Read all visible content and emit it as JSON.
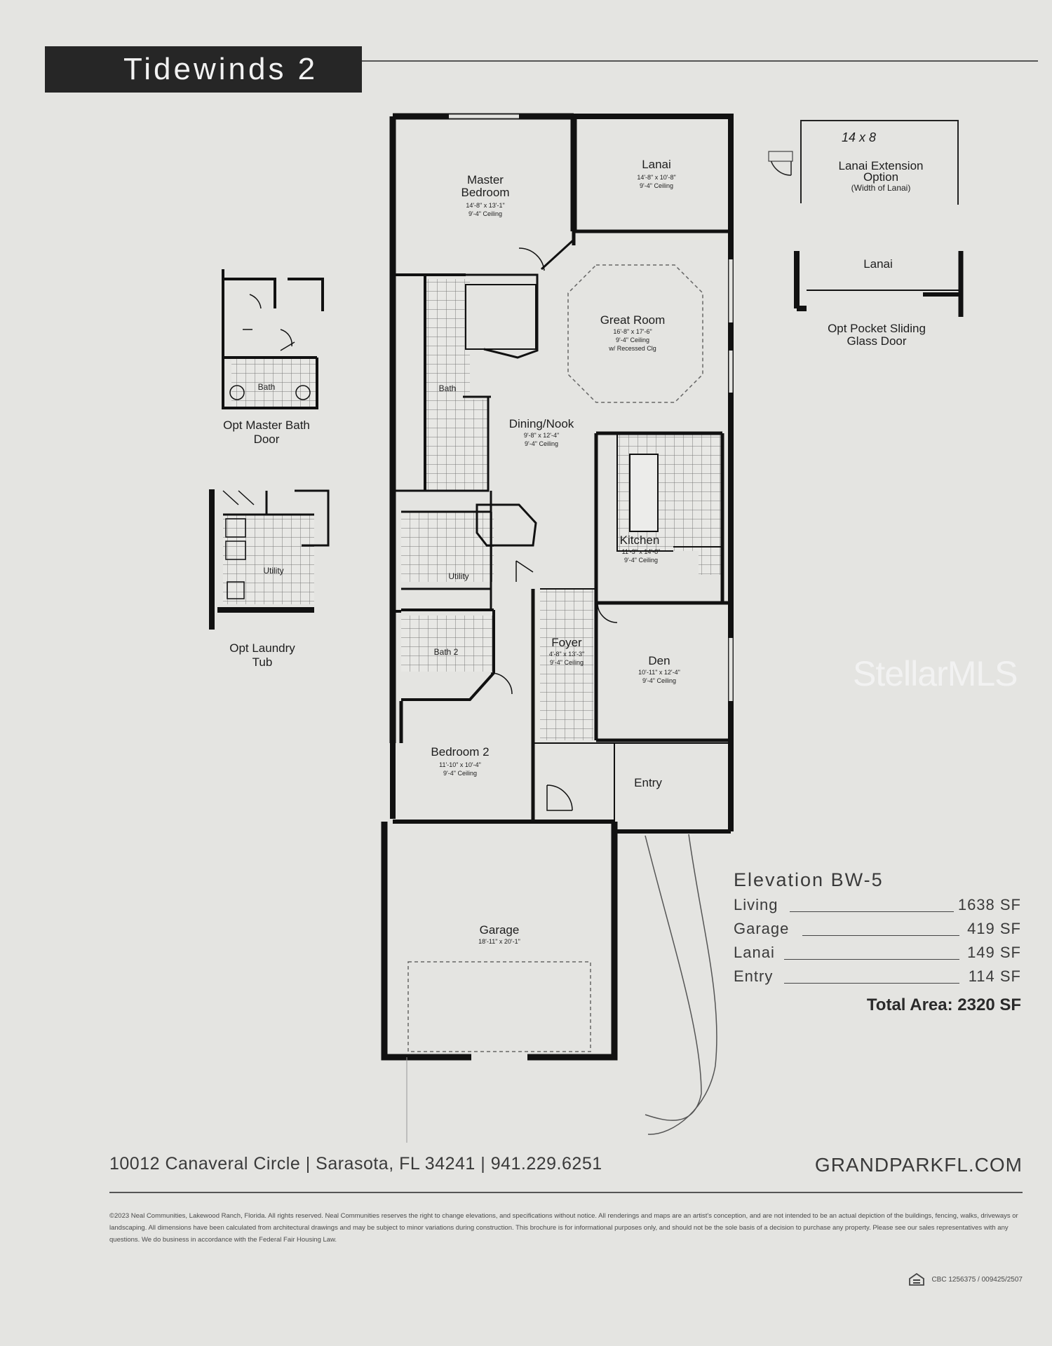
{
  "title": "Tidewinds 2",
  "rooms": {
    "master_bedroom": {
      "name_line1": "Master",
      "name_line2": "Bedroom",
      "dims": "14'-8\" x 13'-1\"",
      "ceiling": "9'-4\" Ceiling"
    },
    "lanai": {
      "name": "Lanai",
      "dims": "14'-8\" x 10'-8\"",
      "ceiling": "9'-4\" Ceiling"
    },
    "great_room": {
      "name": "Great Room",
      "dims": "16'-8\" x 17'-6\"",
      "ceiling": "9'-4\" Ceiling",
      "ceiling_note": "w/ Recessed Clg"
    },
    "bath": {
      "name": "Bath"
    },
    "dining": {
      "name": "Dining/Nook",
      "dims": "9'-8\" x 12'-4\"",
      "ceiling": "9'-4\" Ceiling"
    },
    "utility": {
      "name": "Utility"
    },
    "kitchen": {
      "name": "Kitchen",
      "dims": "11'-3\" x 14'-8\"",
      "ceiling": "9'-4\" Ceiling"
    },
    "bath2": {
      "name": "Bath 2"
    },
    "foyer": {
      "name": "Foyer",
      "dims": "4'-8\" x 13'-3\"",
      "ceiling": "9'-4\" Ceiling"
    },
    "den": {
      "name": "Den",
      "dims": "10'-11\" x 12'-4\"",
      "ceiling": "9'-4\" Ceiling"
    },
    "bedroom2": {
      "name": "Bedroom 2",
      "dims": "11'-10\" x 10'-4\"",
      "ceiling": "9'-4\" Ceiling"
    },
    "entry": {
      "name": "Entry"
    },
    "garage": {
      "name": "Garage",
      "dims": "18'-11\" x 20'-1\""
    }
  },
  "options": {
    "lanai_ext": {
      "handwritten": "14 x 8",
      "line1": "Lanai Extension",
      "line2": "Option",
      "line3": "(Width of Lanai)"
    },
    "pocket_door": {
      "lanai_label": "Lanai",
      "line1": "Opt Pocket Sliding",
      "line2": "Glass Door"
    },
    "master_bath": {
      "bath_label": "Bath",
      "line1": "Opt Master Bath",
      "line2": "Door"
    },
    "laundry": {
      "utility_label": "Utility",
      "line1": "Opt Laundry",
      "line2": "Tub"
    }
  },
  "elevation": {
    "title": "Elevation BW-5",
    "rows": [
      {
        "label": "Living",
        "value": "1638 SF"
      },
      {
        "label": "Garage",
        "value": "419 SF"
      },
      {
        "label": "Lanai",
        "value": "149 SF"
      },
      {
        "label": "Entry",
        "value": "114 SF"
      }
    ],
    "total": "Total Area: 2320 SF"
  },
  "footer": {
    "address": "10012 Canaveral Circle | Sarasota, FL 34241 | 941.229.6251",
    "website": "GRANDPARKFL.COM",
    "disclaimer": "©2023 Neal Communities, Lakewood Ranch, Florida. All rights reserved. Neal Communities reserves the right to change elevations, and specifications without notice. All renderings and maps are an artist's conception, and are not intended to be an actual depiction of the buildings, fencing, walks, driveways or landscaping. All dimensions have been calculated from architectural drawings and may be subject to minor variations during construction. This brochure is for informational purposes only, and should not be the sole basis of a decision to purchase any property. Please see our sales representatives with any questions. We do business in accordance with the Federal Fair Housing Law.",
    "license": "CBC 1256375 / 009425/2507"
  },
  "watermark": "StellarMLS",
  "icons": {
    "equal_housing": "equal-housing-icon"
  }
}
